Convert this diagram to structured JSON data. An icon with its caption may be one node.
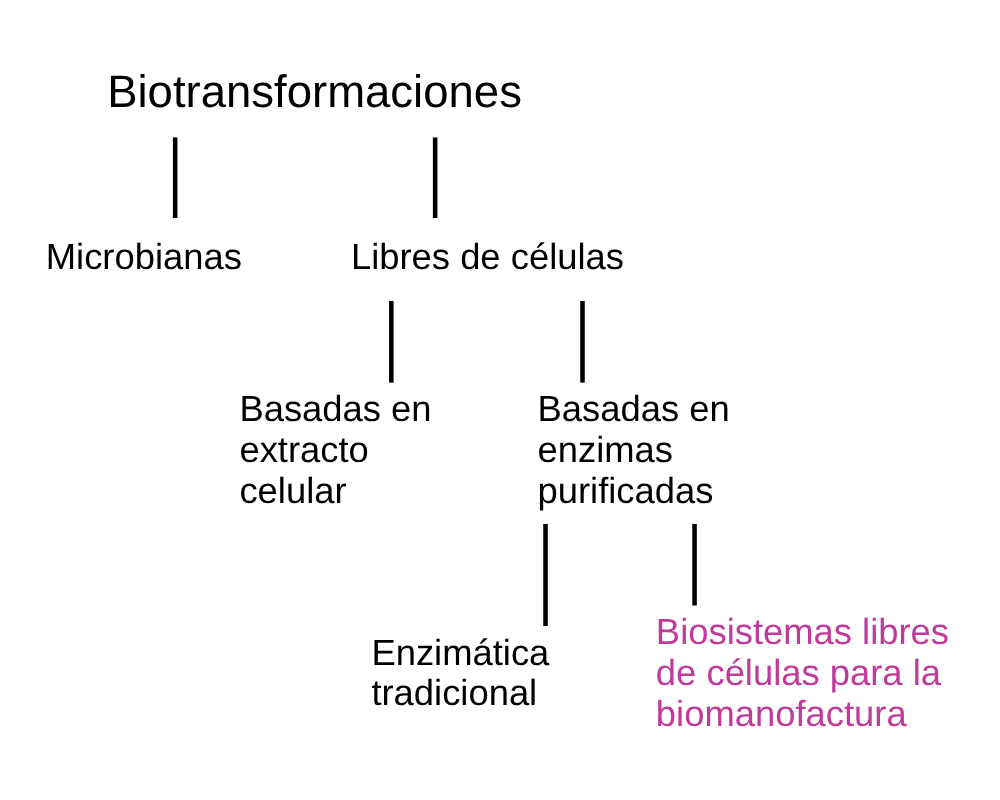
{
  "diagram": {
    "nodes": [
      {
        "text": [
          "Biotransformaciones"
        ]
      },
      {
        "text": [
          "Microbianas"
        ]
      },
      {
        "text": [
          "Libres de células"
        ]
      },
      {
        "text": [
          "Basadas en extracto celular"
        ]
      },
      {
        "text": [
          "Basadas en enzimas purificadas"
        ]
      },
      {
        "text": [
          "Enzimática tradicional"
        ]
      },
      {
        "text": [
          "Biosistemas libres de células para la biomanofactura"
        ]
      }
    ],
    "edges": [
      {
        "from": 0,
        "to": 1,
        "arrow": "none"
      },
      {
        "from": 0,
        "to": 2,
        "arrow": "none"
      },
      {
        "from": 2,
        "to": 3,
        "arrow": "none"
      },
      {
        "from": 2,
        "to": 4,
        "arrow": "none"
      },
      {
        "from": 4,
        "to": 5,
        "arrow": "none"
      },
      {
        "from": 4,
        "to": 6,
        "arrow": "none"
      }
    ]
  }
}
